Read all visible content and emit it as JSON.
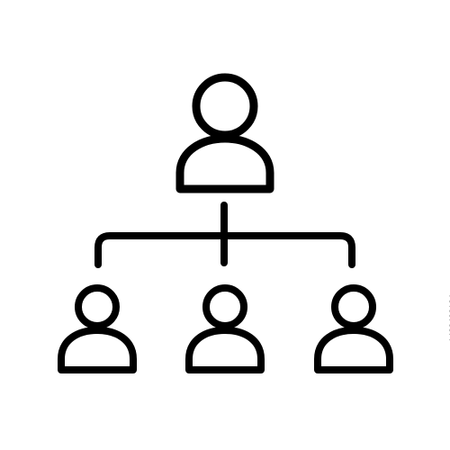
{
  "icon": {
    "name": "organization-hierarchy-icon",
    "stroke_color": "#000000",
    "background_color": "#ffffff",
    "top_level_count": 1,
    "subordinate_count": 3
  },
  "stock_id": "1483408124"
}
